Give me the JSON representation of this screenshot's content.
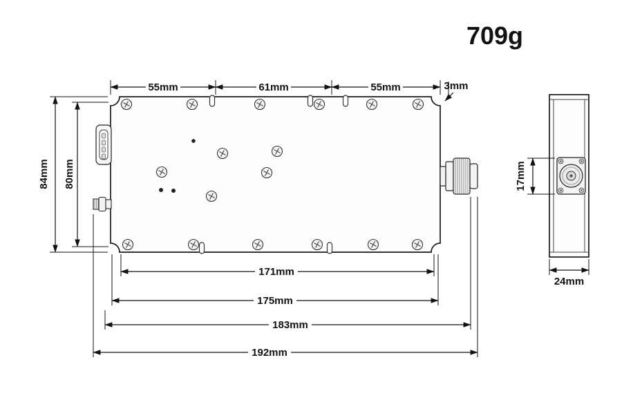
{
  "title": {
    "weight": "709g"
  },
  "top_view": {
    "dim_segment_1": "55mm",
    "dim_segment_2": "61mm",
    "dim_segment_3": "55mm",
    "dim_lip": "3mm",
    "dim_height_outer": "84mm",
    "dim_height_inner": "80mm",
    "dim_width_1": "171mm",
    "dim_width_2": "175mm",
    "dim_width_3": "183mm",
    "dim_width_4": "192mm"
  },
  "side_view": {
    "dim_connector_height": "17mm",
    "dim_depth": "24mm"
  }
}
